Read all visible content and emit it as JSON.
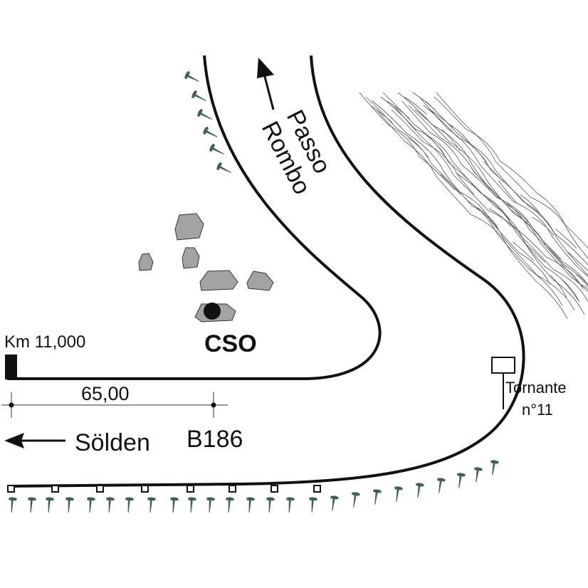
{
  "labels": {
    "direction_north": "Passo",
    "direction_north_2": "Rombo",
    "direction_west": "Sölden",
    "road_number": "B186",
    "kilometer": "Km 11,000",
    "distance": "65,00",
    "site": "CSO",
    "hairpin": "Tornante",
    "hairpin_number": "n°11"
  },
  "colors": {
    "road": "#111111",
    "trees": "#3f5f5a",
    "rocks": "#a3a3a3",
    "scree": "#555555"
  }
}
